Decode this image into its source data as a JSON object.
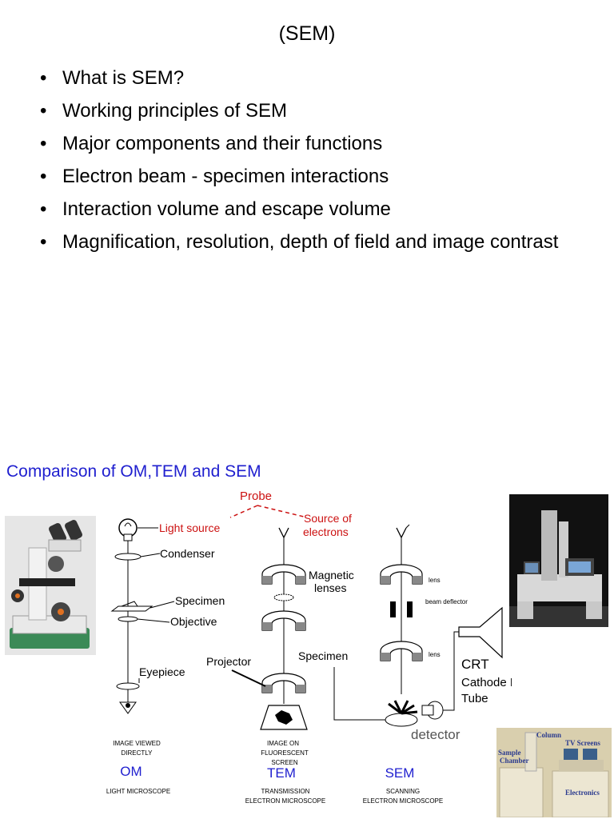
{
  "slide": {
    "title": "(SEM)",
    "bullets": [
      "What is SEM?",
      "Working principles of SEM",
      "Major components and their functions",
      "Electron beam - specimen interactions",
      "Interaction volume and escape volume",
      "Magnification, resolution, depth of field and image contrast"
    ],
    "bullet_symbol": "•"
  },
  "comparison": {
    "title": "Comparison of OM,TEM and SEM",
    "probe": "Probe",
    "light_source": "Light source",
    "source_of_electrons": [
      "Source of",
      "electrons"
    ],
    "condenser": "Condenser",
    "specimen_om": "Specimen",
    "objective": "Objective",
    "eyepiece": "Eyepiece",
    "magnetic_lenses": [
      "Magnetic",
      "lenses"
    ],
    "projector": "Projector",
    "specimen_tem": "Specimen",
    "sem_lens_1": "lens",
    "sem_beam_deflector": "beam deflector",
    "sem_lens_2": "lens",
    "crt": "CRT",
    "crt_full": [
      "Cathode Ray",
      "Tube"
    ],
    "detector": "detector",
    "om_caption": [
      "IMAGE VIEWED",
      "DIRECTLY"
    ],
    "tem_caption": [
      "IMAGE ON",
      "FLUORESCENT",
      "SCREEN"
    ],
    "om_label": "OM",
    "tem_label": "TEM",
    "sem_label": "SEM",
    "om_name": "LIGHT MICROSCOPE",
    "tem_name": [
      "TRANSMISSION",
      "ELECTRON MICROSCOPE"
    ],
    "sem_name": [
      "SCANNING",
      "ELECTRON MICROSCOPE"
    ],
    "photo_labels": {
      "column": "Column",
      "tv_screens": "TV Screens",
      "sample_chamber": [
        "Sample",
        "Chamber"
      ],
      "electronics": "Electronics"
    }
  },
  "colors": {
    "red_label": "#cc1111",
    "blue_label": "#1f1fcf",
    "lens_gray": "#888888"
  }
}
